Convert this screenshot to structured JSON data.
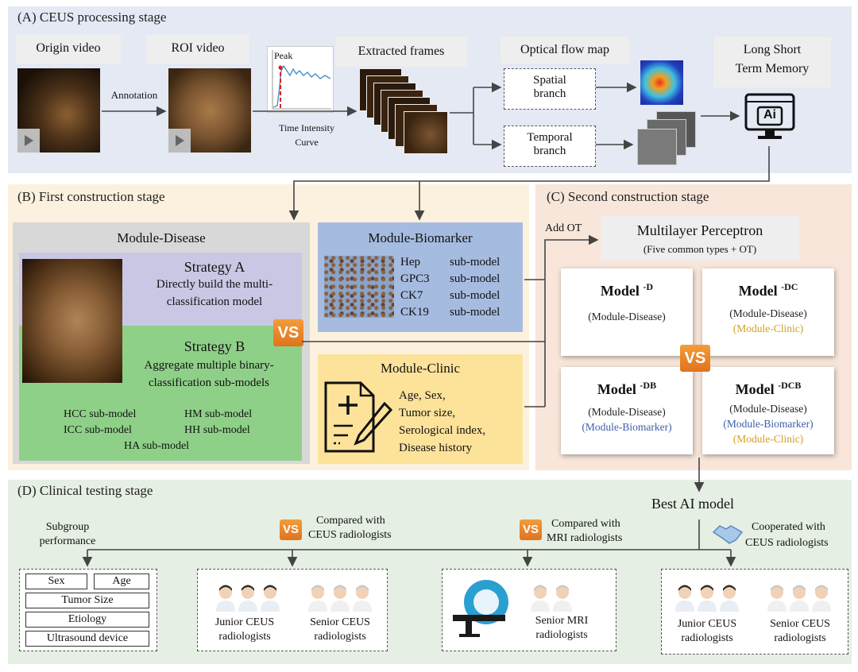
{
  "panelA": {
    "title": "(A)  CEUS processing stage",
    "origin_video": "Origin video",
    "annotation": "Annotation",
    "roi_video": "ROI video",
    "peak": "Peak",
    "tic_line1": "Time Intensity",
    "tic_line2": "Curve",
    "extracted_frames": "Extracted  frames",
    "optical_flow_map": "Optical flow map",
    "spatial_l1": "Spatial",
    "spatial_l2": "branch",
    "temporal_l1": "Temporal",
    "temporal_l2": "branch",
    "lstm_l1": "Long Short",
    "lstm_l2": "Term Memory",
    "ai_icon_text": "Ai"
  },
  "panelB": {
    "title": "(B)  First construction stage",
    "module_disease": "Module-Disease",
    "strategy_a": "Strategy A",
    "strategy_a_d1": "Directly build the multi-",
    "strategy_a_d2": "classification model",
    "vs": "VS",
    "strategy_b": "Strategy B",
    "strategy_b_d1": "Aggregate multiple binary-",
    "strategy_b_d2": "classification sub-models",
    "hcc": "HCC sub-model",
    "hm": "HM sub-model",
    "icc": "ICC sub-model",
    "hh": "HH sub-model",
    "ha": "HA sub-model",
    "module_biomarker": "Module-Biomarker",
    "biomarkers": [
      {
        "name": "Hep",
        "sub": "sub-model"
      },
      {
        "name": "GPC3",
        "sub": "sub-model"
      },
      {
        "name": "CK7",
        "sub": "sub-model"
      },
      {
        "name": "CK19",
        "sub": "sub-model"
      }
    ],
    "module_clinic": "Module-Clinic",
    "clinic_items": [
      "Age, Sex,",
      "Tumor size,",
      "Serological index,",
      "Disease history"
    ]
  },
  "panelC": {
    "title": "(C)  Second construction stage",
    "add_ot": "Add OT",
    "mlp": "Multilayer Perceptron",
    "mlp_sub": "(Five common types + OT)",
    "vs": "VS",
    "models": [
      {
        "base": "Model",
        "sup": "-D",
        "lines": [
          {
            "t": "(Module-Disease)",
            "c": "black"
          }
        ]
      },
      {
        "base": "Model",
        "sup": "-DC",
        "lines": [
          {
            "t": "(Module-Disease)",
            "c": "black"
          },
          {
            "t": "(Module-Clinic)",
            "c": "gold"
          }
        ]
      },
      {
        "base": "Model",
        "sup": "-DB",
        "lines": [
          {
            "t": "(Module-Disease)",
            "c": "black"
          },
          {
            "t": "(Module-Biomarker)",
            "c": "blue"
          }
        ]
      },
      {
        "base": "Model",
        "sup": "-DCB",
        "lines": [
          {
            "t": "(Module-Disease)",
            "c": "black"
          },
          {
            "t": "(Module-Biomarker)",
            "c": "blue"
          },
          {
            "t": "(Module-Clinic)",
            "c": "gold"
          }
        ]
      }
    ]
  },
  "panelD": {
    "title": "(D)  Clinical testing stage",
    "best_ai": "Best AI model",
    "subgroup_l1": "Subgroup",
    "subgroup_l2": "performance",
    "cmp_ceus_l1": "Compared with",
    "cmp_ceus_l2": "CEUS radiologists",
    "cmp_mri_l1": "Compared with",
    "cmp_mri_l2": "MRI radiologists",
    "coop_l1": "Cooperated with",
    "coop_l2": "CEUS radiologists",
    "vs": "VS",
    "sex": "Sex",
    "age": "Age",
    "tumor_size": "Tumor Size",
    "etiology": "Etiology",
    "us_device": "Ultrasound device",
    "junior_ceus_l1": "Junior CEUS",
    "junior_ceus_l2": "radiologists",
    "senior_ceus_l1": "Senior CEUS",
    "senior_ceus_l2": "radiologists",
    "senior_mri_l1": "Senior MRI",
    "senior_mri_l2": "radiologists"
  }
}
